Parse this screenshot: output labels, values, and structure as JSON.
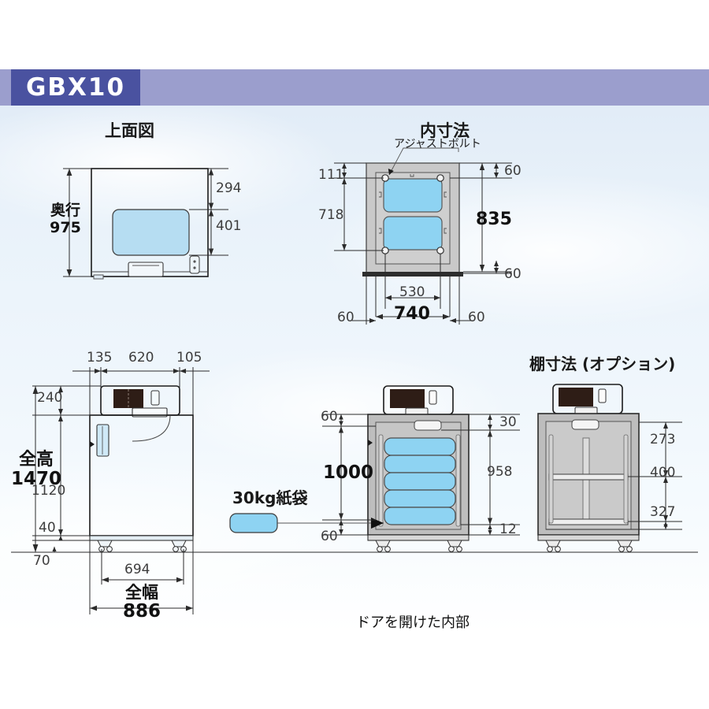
{
  "header": {
    "model": "GBX10",
    "block_color": "#4a52a0",
    "bar_color": "#9b9ecd"
  },
  "colors": {
    "body_fill": "#b6ddf2",
    "bag_fill": "#8ed3f2",
    "metal_fill": "#c9c9c9",
    "panel_dark": "#2e1d16",
    "background_sky": "#e4eef8"
  },
  "views": {
    "top": {
      "title": "上面図",
      "depth_label": "奥行",
      "depth_value": "975",
      "dim_front": "294",
      "dim_rear": "401"
    },
    "inner": {
      "title": "内寸法",
      "callout": "アジャストボルト",
      "dim_left_top": "111",
      "dim_left_mid": "718",
      "dim_right_top": "60",
      "dim_right_bottom": "60",
      "dim_right_main": "835",
      "dim_bottom_inner": "530",
      "dim_bottom_main": "740",
      "dim_bottom_left": "60",
      "dim_bottom_right": "60"
    },
    "front": {
      "dim_top_left": "135",
      "dim_top_mid": "620",
      "dim_top_right": "105",
      "dim_head": "240",
      "height_label": "全高",
      "height_value": "1470",
      "dim_body": "1120",
      "dim_base": "40",
      "dim_caster": "70",
      "dim_inner_width": "694",
      "width_label": "全幅",
      "width_value": "886"
    },
    "bag": {
      "label": "30kg紙袋"
    },
    "open": {
      "caption": "ドアを開けた内部",
      "dim_top": "60",
      "dim_bottom": "60",
      "dim_main": "1000",
      "dim_right_top": "30",
      "dim_right_mid": "958",
      "dim_right_bottom": "12"
    },
    "shelf": {
      "title": "棚寸法 (オプション)",
      "dim_top": "273",
      "dim_mid": "400",
      "dim_bottom": "327"
    }
  }
}
